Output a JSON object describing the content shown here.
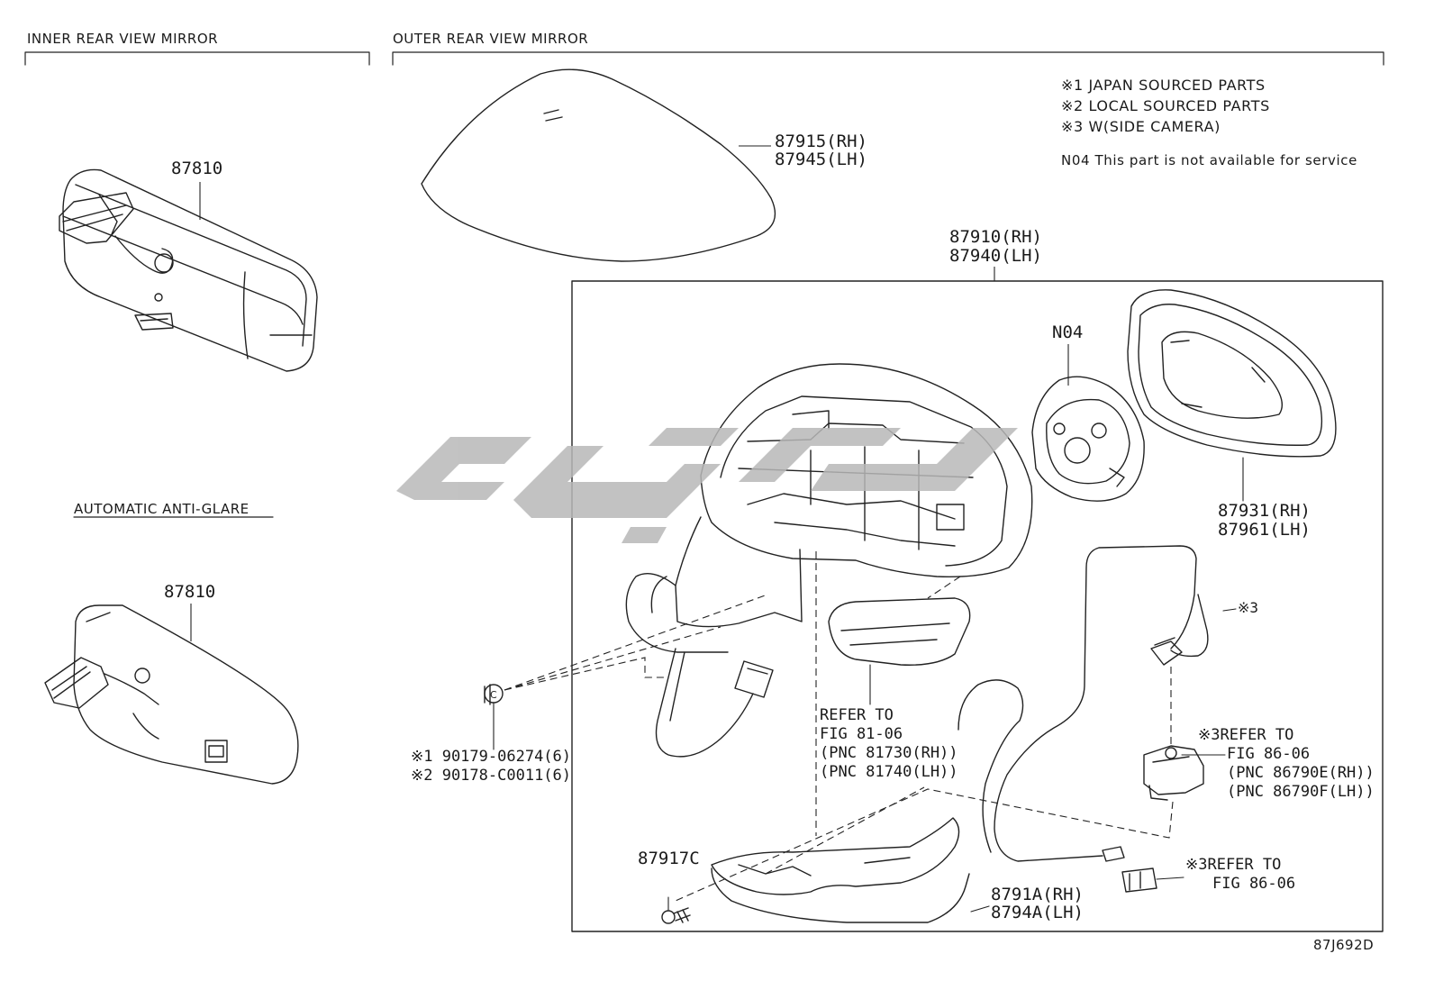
{
  "sections": {
    "inner": "INNER REAR VIEW MIRROR",
    "outer": "OUTER REAR VIEW MIRROR",
    "anti_glare": "AUTOMATIC ANTI-GLARE"
  },
  "notes": {
    "n1": "※1 JAPAN SOURCED PARTS",
    "n2": "※2 LOCAL SOURCED PARTS",
    "n3": "※3 W(SIDE CAMERA)",
    "n04": "N04 This part is not available for service"
  },
  "parts": {
    "inner_mirror_1": "87810",
    "inner_mirror_2": "87810",
    "cover_rh": "87915(RH)",
    "cover_lh": "87945(LH)",
    "assy_rh": "87910(RH)",
    "assy_lh": "87940(LH)",
    "n04": "N04",
    "glass_rh": "87931(RH)",
    "glass_lh": "87961(LH)",
    "cam3": "※3",
    "clip_1": "※1 90179-06274(6)",
    "clip_2": "※2 90178-C0011(6)",
    "refer_a_1": "REFER TO",
    "refer_a_2": "FIG 81-06",
    "refer_a_3": "(PNC 81730(RH))",
    "refer_a_4": "(PNC 81740(LH))",
    "refer_b_1": "※3REFER TO",
    "refer_b_2": "FIG 86-06",
    "refer_b_3": "(PNC 86790E(RH))",
    "refer_b_4": "(PNC 86790F(LH))",
    "refer_c_1": "※3REFER TO",
    "refer_c_2": "FIG 86-06",
    "screw": "87917C",
    "lower_rh": "8791A(RH)",
    "lower_lh": "8794A(LH)"
  },
  "figure_id": "87J692D"
}
